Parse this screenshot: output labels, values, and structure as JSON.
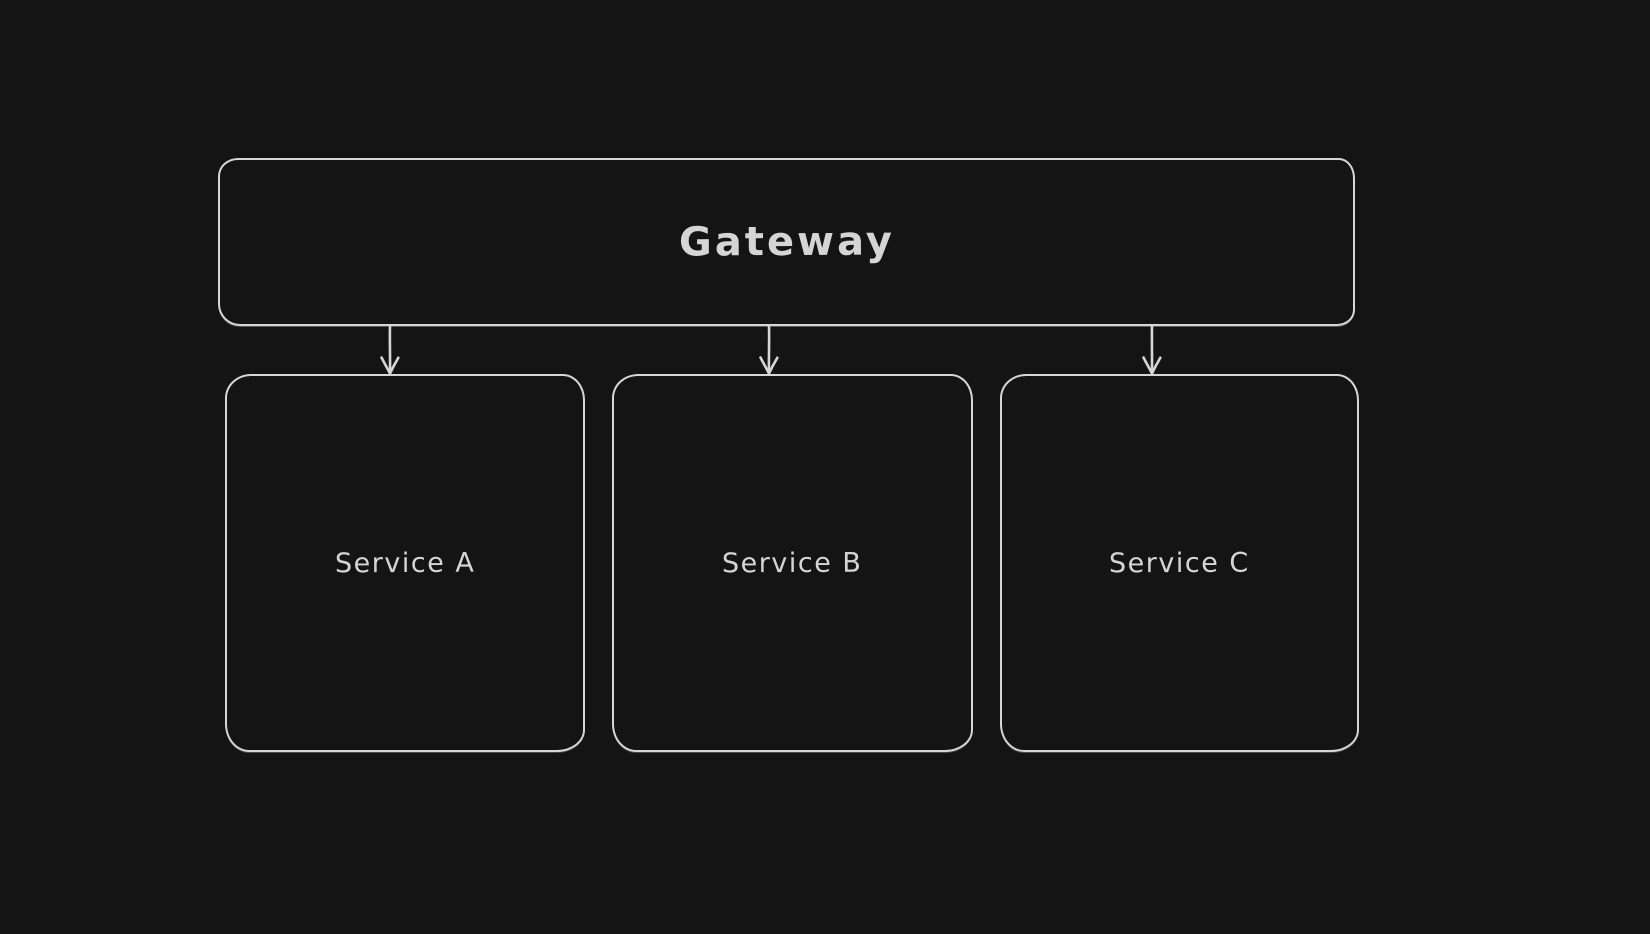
{
  "canvas": {
    "background_color": "#141414",
    "stroke_color": "#d6d6d6",
    "text_color": "#d5d5d5"
  },
  "diagram": {
    "gateway": {
      "label": "Gateway"
    },
    "services": [
      {
        "label": "Service A"
      },
      {
        "label": "Service B"
      },
      {
        "label": "Service C"
      }
    ],
    "connections": [
      {
        "from": "Gateway",
        "to": "Service A",
        "type": "arrow-down"
      },
      {
        "from": "Gateway",
        "to": "Service B",
        "type": "arrow-down"
      },
      {
        "from": "Gateway",
        "to": "Service C",
        "type": "arrow-down"
      }
    ]
  }
}
